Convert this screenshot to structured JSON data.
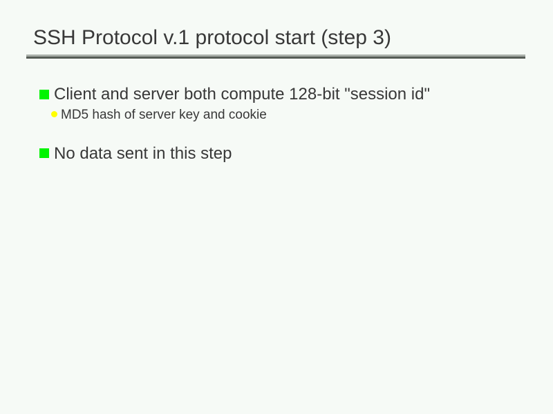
{
  "slide": {
    "title": "SSH Protocol v.1 protocol start (step 3)",
    "bullets": [
      {
        "level": 1,
        "marker": "green-square",
        "text": "Client and server both compute 128-bit \"session id\"",
        "children": [
          {
            "level": 2,
            "marker": "yellow-circle",
            "text": "MD5 hash of server key and cookie"
          }
        ]
      },
      {
        "level": 1,
        "marker": "green-square",
        "text": "No data sent in this step",
        "children": []
      }
    ],
    "colors": {
      "background": "#f6faf6",
      "text": "#383838",
      "bullet_green": "#00f400",
      "bullet_yellow": "#ffff00",
      "rule_light": "#a9afa9",
      "rule_dark": "#565c56"
    }
  }
}
